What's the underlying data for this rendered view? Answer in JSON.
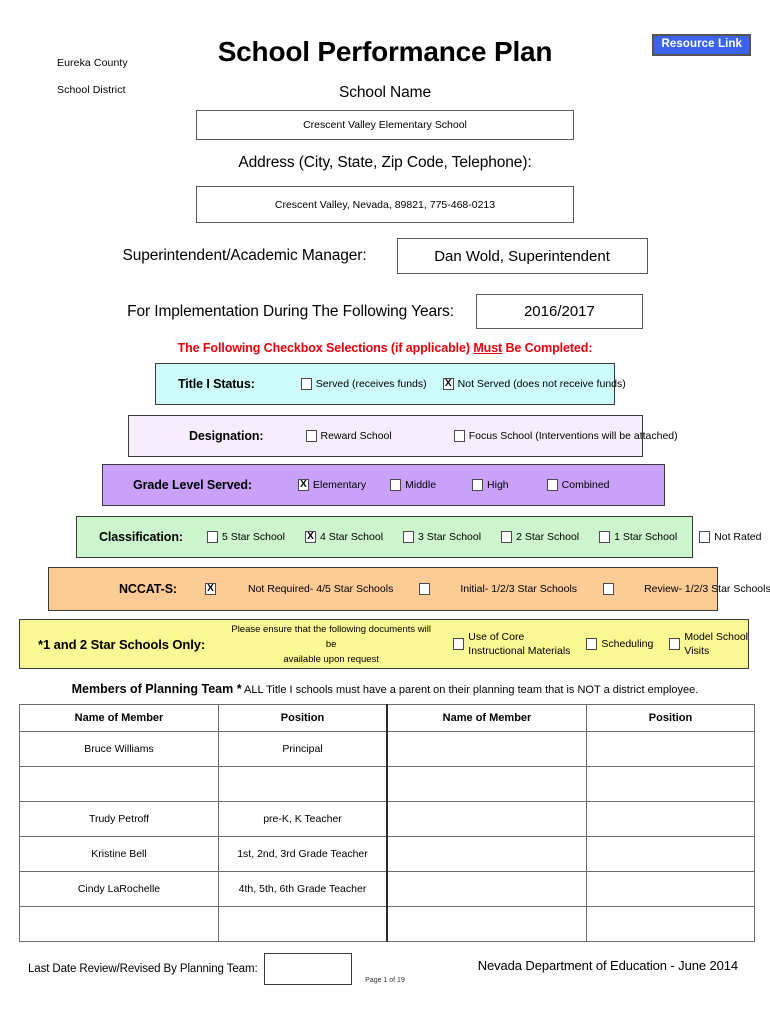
{
  "header": {
    "district_line1": "Eureka County",
    "district_line2": "School District",
    "title": "School Performance Plan",
    "resource_link": "Resource Link"
  },
  "fields": {
    "school_name_label": "School Name",
    "school_name_value": "Crescent Valley Elementary School",
    "address_label": "Address (City, State, Zip Code, Telephone):",
    "address_value": "Crescent Valley, Nevada, 89821, 775-468-0213",
    "superintendent_label": "Superintendent/Academic Manager:",
    "superintendent_value": "Dan Wold, Superintendent",
    "implementation_label": "For Implementation During The Following Years:",
    "implementation_value": "2016/2017"
  },
  "notice": {
    "part1": "The Following Checkbox Selections (if applicable) ",
    "underlined": "Must",
    "part2": " Be Completed:"
  },
  "bands": {
    "title1": {
      "label": "Title I Status:",
      "color": "#CCFDFB",
      "options": [
        {
          "label": "Served   (receives funds)",
          "checked": false
        },
        {
          "label": "Not Served   (does not receive funds)",
          "checked": true
        }
      ]
    },
    "designation": {
      "label": "Designation:",
      "color": "#F6EDFB",
      "options": [
        {
          "label": "Reward School",
          "checked": false
        },
        {
          "label": "Focus School   (Interventions will be attached)",
          "checked": false
        }
      ]
    },
    "grade_level": {
      "label": "Grade Level Served:",
      "color": "#C9A0FA",
      "options": [
        {
          "label": "Elementary",
          "checked": true
        },
        {
          "label": "Middle",
          "checked": false
        },
        {
          "label": "High",
          "checked": false
        },
        {
          "label": "Combined",
          "checked": false
        }
      ]
    },
    "classification": {
      "label": "Classification:",
      "color": "#CCF5CD",
      "options": [
        {
          "label": "5 Star School",
          "checked": false
        },
        {
          "label": "4 Star School",
          "checked": true
        },
        {
          "label": "3 Star School",
          "checked": false
        },
        {
          "label": "2 Star School",
          "checked": false
        },
        {
          "label": "1 Star School",
          "checked": false
        },
        {
          "label": "Not Rated",
          "checked": false
        }
      ]
    },
    "nccat_s": {
      "label": "NCCAT-S:",
      "color": "#FCCB96",
      "options": [
        {
          "label": "Not Required- 4/5 Star Schools",
          "checked": true
        },
        {
          "label": "Initial- 1/2/3 Star Schools",
          "checked": false
        },
        {
          "label": "Review- 1/2/3 Star Schools",
          "checked": false
        }
      ]
    },
    "star_1_2_only": {
      "label": "*1 and 2 Star Schools Only:",
      "color": "#FAF795",
      "note_line1": "Please ensure that the following documents will be",
      "note_line2": "available upon request",
      "options": [
        {
          "line1": "Use of Core",
          "line2": "Instructional Materials",
          "checked": false
        },
        {
          "line1": "Scheduling",
          "line2": "",
          "checked": false
        },
        {
          "line1": "Model School",
          "line2": "Visits",
          "checked": false
        }
      ]
    }
  },
  "planning_team": {
    "heading_bold": "Members of Planning Team *",
    "heading_rest": " ALL Title I schools must have a parent on their planning team that is NOT a district employee.",
    "columns": [
      "Name of Member",
      "Position",
      "Name of Member",
      "Position"
    ],
    "rows": [
      {
        "name_left": "Bruce Williams",
        "pos_left": "Principal",
        "name_right": "",
        "pos_right": ""
      },
      {
        "name_left": "",
        "pos_left": "",
        "name_right": "",
        "pos_right": ""
      },
      {
        "name_left": "Trudy Petroff",
        "pos_left": "pre-K, K Teacher",
        "name_right": "",
        "pos_right": ""
      },
      {
        "name_left": "Kristine Bell",
        "pos_left": "1st, 2nd, 3rd Grade Teacher",
        "name_right": "",
        "pos_right": ""
      },
      {
        "name_left": "Cindy LaRochelle",
        "pos_left": "4th, 5th, 6th Grade Teacher",
        "name_right": "",
        "pos_right": ""
      },
      {
        "name_left": "",
        "pos_left": "",
        "name_right": "",
        "pos_right": ""
      }
    ]
  },
  "footer": {
    "last_date_label": "Last Date Review/Revised By Planning Team:",
    "last_date_value": "",
    "department": "Nevada Department of Education - June 2014",
    "page_number": "Page 1 of 19"
  }
}
